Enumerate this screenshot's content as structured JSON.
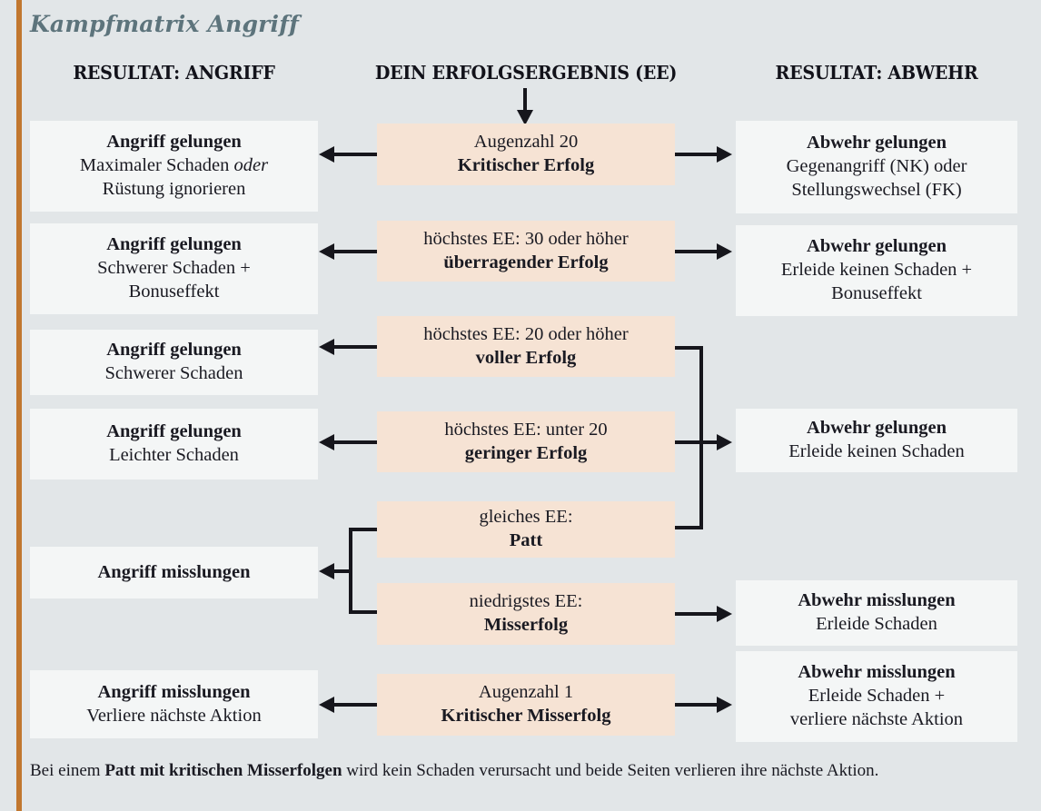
{
  "panel": {
    "title": "Kampfmatrix Angriff",
    "accent_color": "#c1772f",
    "background_color": "#e2e6e8",
    "side_cell_color": "#f4f6f6",
    "center_cell_color": "#f6e3d4"
  },
  "headers": {
    "left": "RESULTAT: ANGRIFF",
    "center": "DEIN ERFOLGSERGEBNIS (EE)",
    "right": "RESULTAT: ABWEHR"
  },
  "rows": [
    {
      "center": {
        "line1": "Augenzahl 20",
        "line2": "Kritischer Erfolg"
      },
      "left": {
        "line1": "Angriff gelungen",
        "line2": "Maximaler Schaden ",
        "line2_italic": "oder",
        "line3": "Rüstung ignorieren"
      },
      "right": {
        "line1": "Abwehr gelungen",
        "line2": "Gegenangriff (NK) oder",
        "line3": "Stellungswechsel (FK)"
      }
    },
    {
      "center": {
        "line1": "höchstes EE: 30 oder höher",
        "line2": "überragender Erfolg"
      },
      "left": {
        "line1": "Angriff gelungen",
        "line2": "Schwerer Schaden +",
        "line3": "Bonuseffekt"
      },
      "right": {
        "line1": "Abwehr gelungen",
        "line2": "Erleide keinen Schaden +",
        "line3": "Bonuseffekt"
      }
    },
    {
      "center": {
        "line1": "höchstes EE: 20 oder höher",
        "line2": "voller Erfolg"
      },
      "left": {
        "line1": "Angriff gelungen",
        "line2": "Schwerer Schaden"
      },
      "right": null
    },
    {
      "center": {
        "line1": "höchstes EE: unter 20",
        "line2": "geringer Erfolg"
      },
      "left": {
        "line1": "Angriff gelungen",
        "line2": "Leichter Schaden"
      },
      "right": {
        "line1": "Abwehr gelungen",
        "line2": "Erleide keinen Schaden"
      }
    },
    {
      "center": {
        "line1": "gleiches EE:",
        "line2": "Patt"
      },
      "left": null,
      "right": null
    },
    {
      "center": {
        "line1": "niedrigstes EE:",
        "line2": "Misserfolg"
      },
      "left": {
        "line1": "Angriff misslungen"
      },
      "right": {
        "line1": "Abwehr misslungen",
        "line2": "Erleide Schaden"
      }
    },
    {
      "center": {
        "line1": "Augenzahl 1",
        "line2": "Kritischer Misserfolg"
      },
      "left": {
        "line1": "Angriff misslungen",
        "line2": "Verliere nächste Aktion"
      },
      "right": {
        "line1": "Abwehr misslungen",
        "line2": "Erleide Schaden +",
        "line3": "verliere nächste Aktion"
      }
    }
  ],
  "footnote": {
    "prefix": "Bei einem ",
    "bold": "Patt mit kritischen Misserfolgen",
    "suffix": " wird kein Schaden verursacht und beide Seiten verlieren ihre nächste Aktion."
  }
}
